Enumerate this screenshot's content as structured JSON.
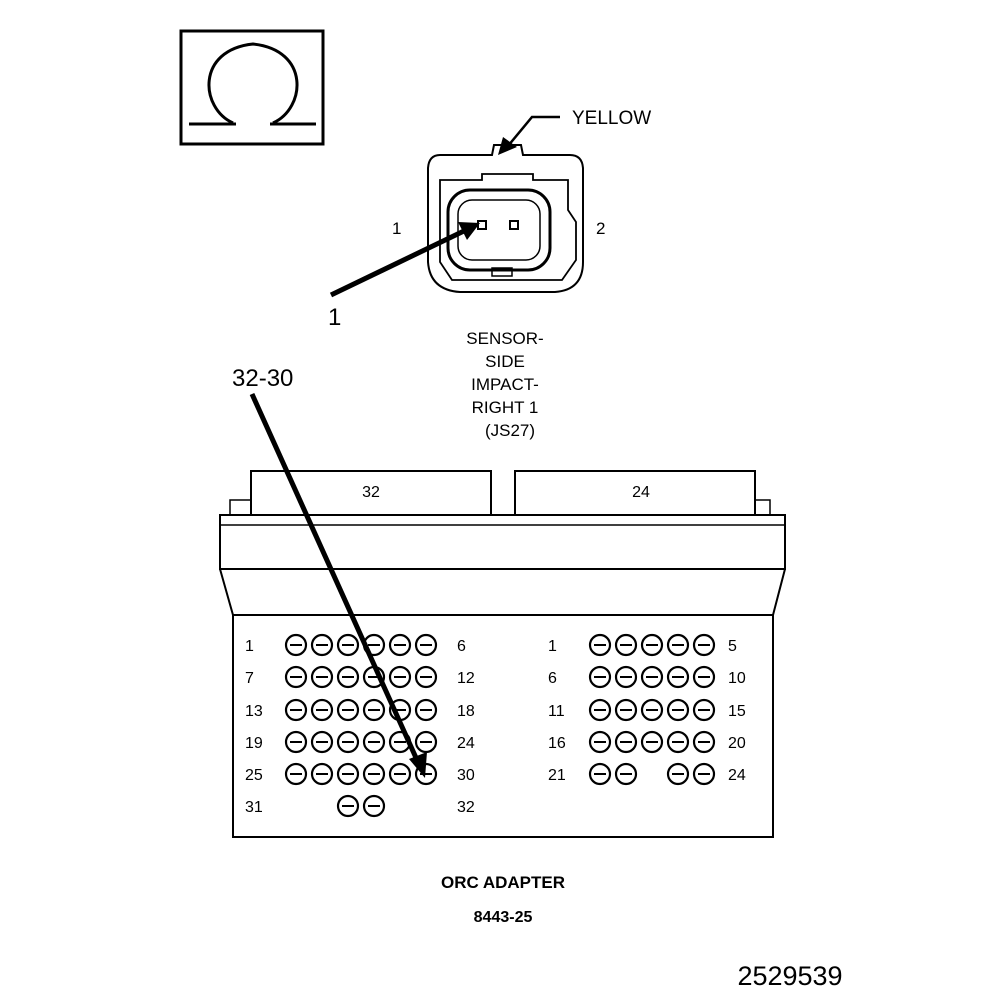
{
  "symbol": {
    "name": "ohm-meter-icon"
  },
  "sensor_connector": {
    "color_label": "YELLOW",
    "pin_left": "1",
    "pin_right": "2",
    "callout": "1",
    "name_lines": [
      "SENSOR-",
      "SIDE",
      "IMPACT-",
      "RIGHT 1",
      "(JS27)"
    ]
  },
  "adapter": {
    "callout": "32-30",
    "left_header": "32",
    "right_header": "24",
    "left_rows": [
      {
        "start": "1",
        "end": "6",
        "pins": 6
      },
      {
        "start": "7",
        "end": "12",
        "pins": 6
      },
      {
        "start": "13",
        "end": "18",
        "pins": 6
      },
      {
        "start": "19",
        "end": "24",
        "pins": 6
      },
      {
        "start": "25",
        "end": "30",
        "pins": 6
      },
      {
        "start": "31",
        "end": "32",
        "pins": 2
      }
    ],
    "right_rows": [
      {
        "start": "1",
        "end": "5",
        "pins": 5
      },
      {
        "start": "6",
        "end": "10",
        "pins": 5
      },
      {
        "start": "11",
        "end": "15",
        "pins": 5
      },
      {
        "start": "16",
        "end": "20",
        "pins": 5
      },
      {
        "start": "21",
        "end": "24",
        "pins": 4
      }
    ],
    "title": "ORC ADAPTER",
    "part_number": "8443-25"
  },
  "figure_id": "2529539"
}
